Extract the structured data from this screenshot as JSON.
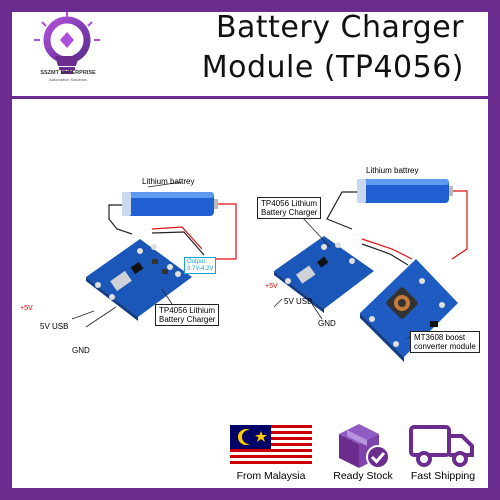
{
  "header": {
    "title_line1": "Battery Charger",
    "title_line2": "Module (TP4056)",
    "logo_name": "SSZMT ENTERPRISE",
    "logo_tagline": "Automation Solutions",
    "logo_icon": "lightbulb-icon"
  },
  "photo": {
    "left_panel": {
      "battery_label": "Lithium battrey",
      "output_label": "Output\n3.7V-4.2V",
      "plus5v": "+5V",
      "usb_label": "5V USB",
      "gnd_label": "GND",
      "module_label": "TP4056 Lithium\nBattery Charger"
    },
    "right_panel": {
      "battery_label": "Lithium battrey",
      "module_label": "TP4056 Lithium\nBattery Charger",
      "plus5v": "+5V",
      "usb_label": "5V USB",
      "gnd_label": "GND",
      "boost_label": "MT3608 boost\nconverter module"
    }
  },
  "badges": [
    {
      "icon": "malaysia-flag-icon",
      "label": "From Malaysia"
    },
    {
      "icon": "package-check-icon",
      "label": "Ready Stock"
    },
    {
      "icon": "delivery-truck-icon",
      "label": "Fast Shipping"
    }
  ],
  "colors": {
    "border": "#6a2c8f",
    "battery": "#1f5fd1",
    "pcb": "#1b57b8",
    "flag_red": "#cc0000",
    "flag_blue": "#010066",
    "flag_yellow": "#ffcc00"
  }
}
